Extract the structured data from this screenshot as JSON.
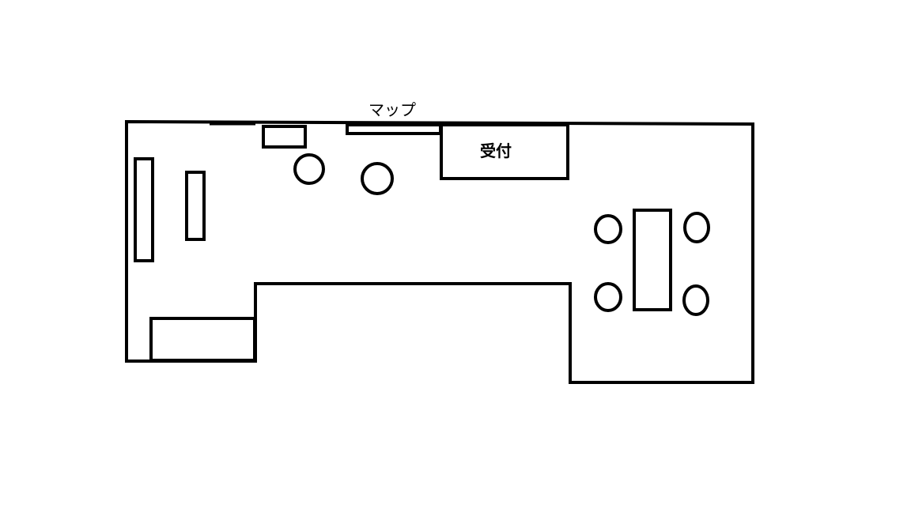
{
  "diagram": {
    "title": "Floor plan",
    "labels": {
      "map": "マップ",
      "reception": "受付"
    },
    "colors": {
      "line": "#000000",
      "background": "#ffffff"
    }
  }
}
